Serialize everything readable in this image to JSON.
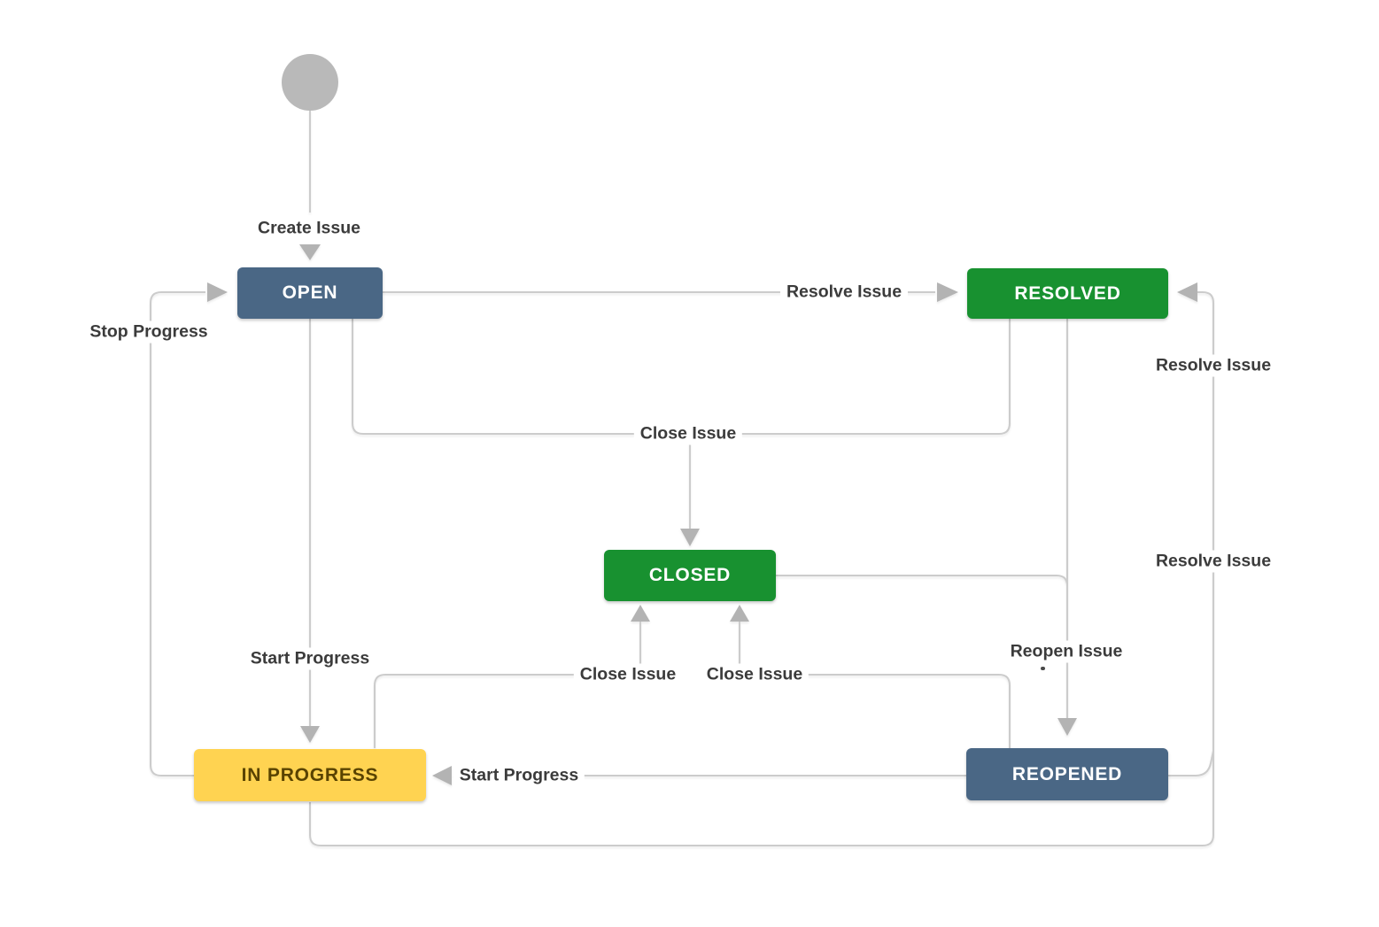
{
  "diagram": {
    "type": "workflow-state-diagram",
    "colors": {
      "node_blue": "#4a6785",
      "node_green": "#189130",
      "node_yellow": "#ffd351",
      "node_yellow_text": "#594300",
      "node_text": "#ffffff",
      "connector": "#cccccc",
      "arrowhead": "#b3b3b3",
      "label_text": "#3b3b3b",
      "start_node_fill": "#b9b9b9",
      "background": "#ffffff"
    },
    "nodes": {
      "start": {
        "shape": "circle",
        "label": "",
        "color": "#b9b9b9"
      },
      "open": {
        "label": "OPEN",
        "color": "#4a6785"
      },
      "resolved": {
        "label": "RESOLVED",
        "color": "#189130"
      },
      "closed": {
        "label": "CLOSED",
        "color": "#189130"
      },
      "in_progress": {
        "label": "IN PROGRESS",
        "color": "#ffd351"
      },
      "reopened": {
        "label": "REOPENED",
        "color": "#4a6785"
      }
    },
    "edges": {
      "create_issue": {
        "label": "Create Issue",
        "from": "start",
        "to": "open"
      },
      "resolve_issue_from_open": {
        "label": "Resolve Issue",
        "from": "open",
        "to": "resolved"
      },
      "stop_progress": {
        "label": "Stop Progress",
        "from": "in_progress",
        "to": "open"
      },
      "close_issue_from_open_resolved": {
        "label": "Close Issue",
        "from": "open / resolved",
        "to": "closed"
      },
      "start_progress_from_open": {
        "label": "Start Progress",
        "from": "open",
        "to": "in_progress"
      },
      "close_issue_from_in_progress": {
        "label": "Close Issue",
        "from": "in_progress",
        "to": "closed"
      },
      "close_issue_from_reopened": {
        "label": "Close Issue",
        "from": "reopened",
        "to": "closed"
      },
      "reopen_issue": {
        "label": "Reopen Issue",
        "from": "resolved / closed",
        "to": "reopened"
      },
      "resolve_issue_from_reopened": {
        "label": "Resolve Issue",
        "from": "reopened",
        "to": "resolved"
      },
      "resolve_issue_from_in_progress": {
        "label": "Resolve Issue",
        "from": "in_progress",
        "to": "resolved"
      },
      "start_progress_from_reopened": {
        "label": "Start Progress",
        "from": "reopened",
        "to": "in_progress"
      }
    }
  }
}
